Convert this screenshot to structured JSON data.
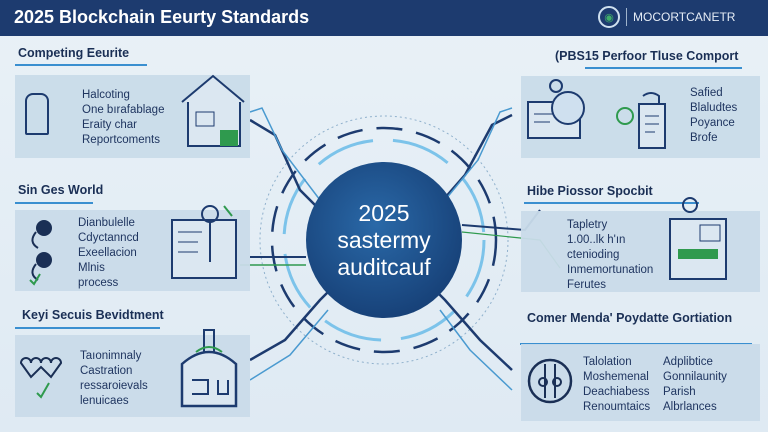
{
  "header": {
    "title": "2025 Blockchain Eeurty Standards",
    "logo_text": "MOCORTCANETR"
  },
  "center": {
    "line1": "2025",
    "line2": "sastermy",
    "line3": "auditcauf"
  },
  "left": [
    {
      "heading": "Competing Eeurite",
      "lines": [
        "Halcoting",
        "One bırafablage",
        "Eraity char",
        "Reportcoments"
      ]
    },
    {
      "heading": "Sin Ges World",
      "lines": [
        "Dianbulelle",
        "Cdyctanncd",
        "Exeellacion",
        "Mlnis",
        "process"
      ]
    },
    {
      "heading": "Keyi Secuis Bevidtment",
      "lines": [
        "Taıonimnaly",
        "Castration",
        "ressaroievals",
        "lenuicaes"
      ]
    }
  ],
  "right": [
    {
      "heading": "(PBS15 Perfoor Tluse Comport",
      "lines": [
        "Safied",
        "Blaludtes",
        "Poyance",
        "Brofe"
      ]
    },
    {
      "heading": "Hibe Piossor Spocbit",
      "lines": [
        "Tapletry",
        "1.00..lk h'ın",
        "ctenioding",
        "Inmemortunation",
        "Ferutes"
      ]
    },
    {
      "heading": "Comer Menda' Poydatte Gortiation",
      "col1": [
        "Talolation",
        "Moshemenal",
        "Deachiabess",
        "Renoumtaics"
      ],
      "col2": [
        "Adplibtice",
        "Gonnilaunity",
        "Parish",
        "Albrlances"
      ]
    }
  ],
  "colors": {
    "header": "#1d3b6f",
    "accent": "#3a8fd0",
    "circle": "#174178",
    "green": "#2f9a4e"
  }
}
